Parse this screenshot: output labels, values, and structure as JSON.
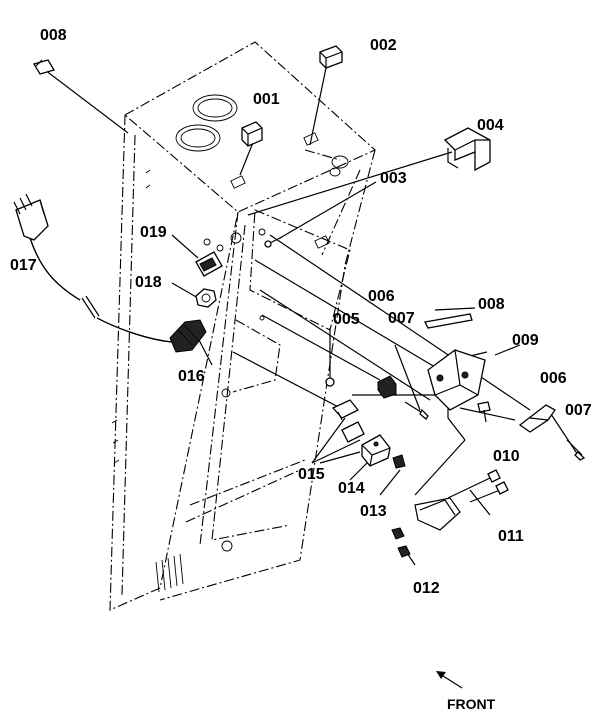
{
  "diagram": {
    "labels": {
      "p001": "001",
      "p002": "002",
      "p003": "003",
      "p004": "004",
      "p005": "005",
      "p006a": "006",
      "p006b": "006",
      "p007a": "007",
      "p007b": "007",
      "p008a": "008",
      "p008b": "008",
      "p009": "009",
      "p010": "010",
      "p011": "011",
      "p012": "012",
      "p013": "013",
      "p014": "014",
      "p015": "015",
      "p016": "016",
      "p017": "017",
      "p018": "018",
      "p019": "019"
    },
    "direction_label": "FRONT"
  }
}
